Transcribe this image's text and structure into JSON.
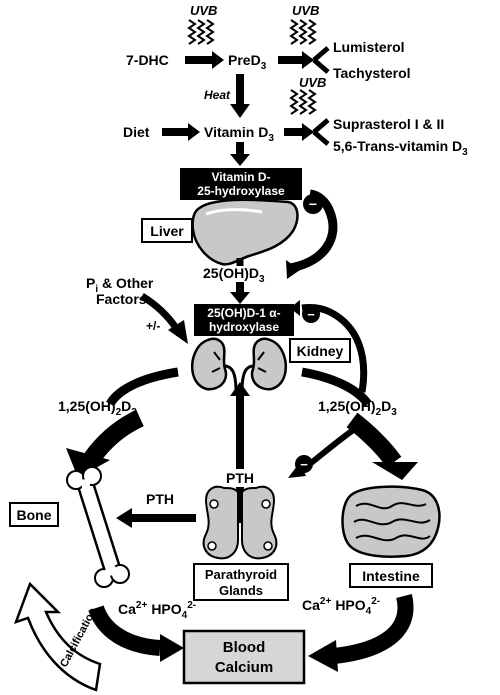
{
  "uvb": {
    "label": "UVB"
  },
  "pathway": {
    "seven_dhc": "7-DHC",
    "pre_d3": {
      "base": "PreD",
      "sub": "3"
    },
    "heat": "Heat",
    "lumisterol": "Lumisterol",
    "tachysterol": "Tachysterol",
    "diet": "Diet",
    "vitamin_d3": {
      "base": "Vitamin D",
      "sub": "3"
    },
    "suprasterol": "Suprasterol I & II",
    "trans_vitamin_d3": {
      "base": "5,6-Trans-vitamin D",
      "sub": "3"
    }
  },
  "liver": {
    "enzyme_line1": "Vitamin D-",
    "enzyme_line2": "25-hydroxylase",
    "label": "Liver",
    "product": {
      "a": "25(OH)D",
      "sub": "3"
    }
  },
  "kidney": {
    "enzyme_line1": "25(OH)D-1 α-",
    "enzyme_line2": "hydroxylase",
    "label": "Kidney",
    "factors_line1": {
      "a": "P",
      "sub": "i",
      "b": " & Other"
    },
    "factors_line2": "Factors",
    "modulation": "+/-"
  },
  "calcitriol": {
    "a": "1,25(OH)",
    "sub1": "2",
    "b": "D",
    "sub2": "3"
  },
  "feedback_sign": "−",
  "hormone": {
    "pth": "PTH"
  },
  "bone": {
    "label": "Bone"
  },
  "parathyroid": {
    "line1": "Parathyroid",
    "line2": "Glands"
  },
  "intestine": {
    "label": "Intestine"
  },
  "minerals": {
    "ca": "Ca",
    "ca_sup": "2+",
    "hpo": "HPO",
    "hpo_sub": "4",
    "hpo_sup": "2-"
  },
  "calcification": "Calcification",
  "blood": {
    "line1": "Blood",
    "line2": "Calcium"
  },
  "colors": {
    "ink": "#000000",
    "organ_fill": "#c8c8c8",
    "blood_fill": "#d6d6d6"
  }
}
